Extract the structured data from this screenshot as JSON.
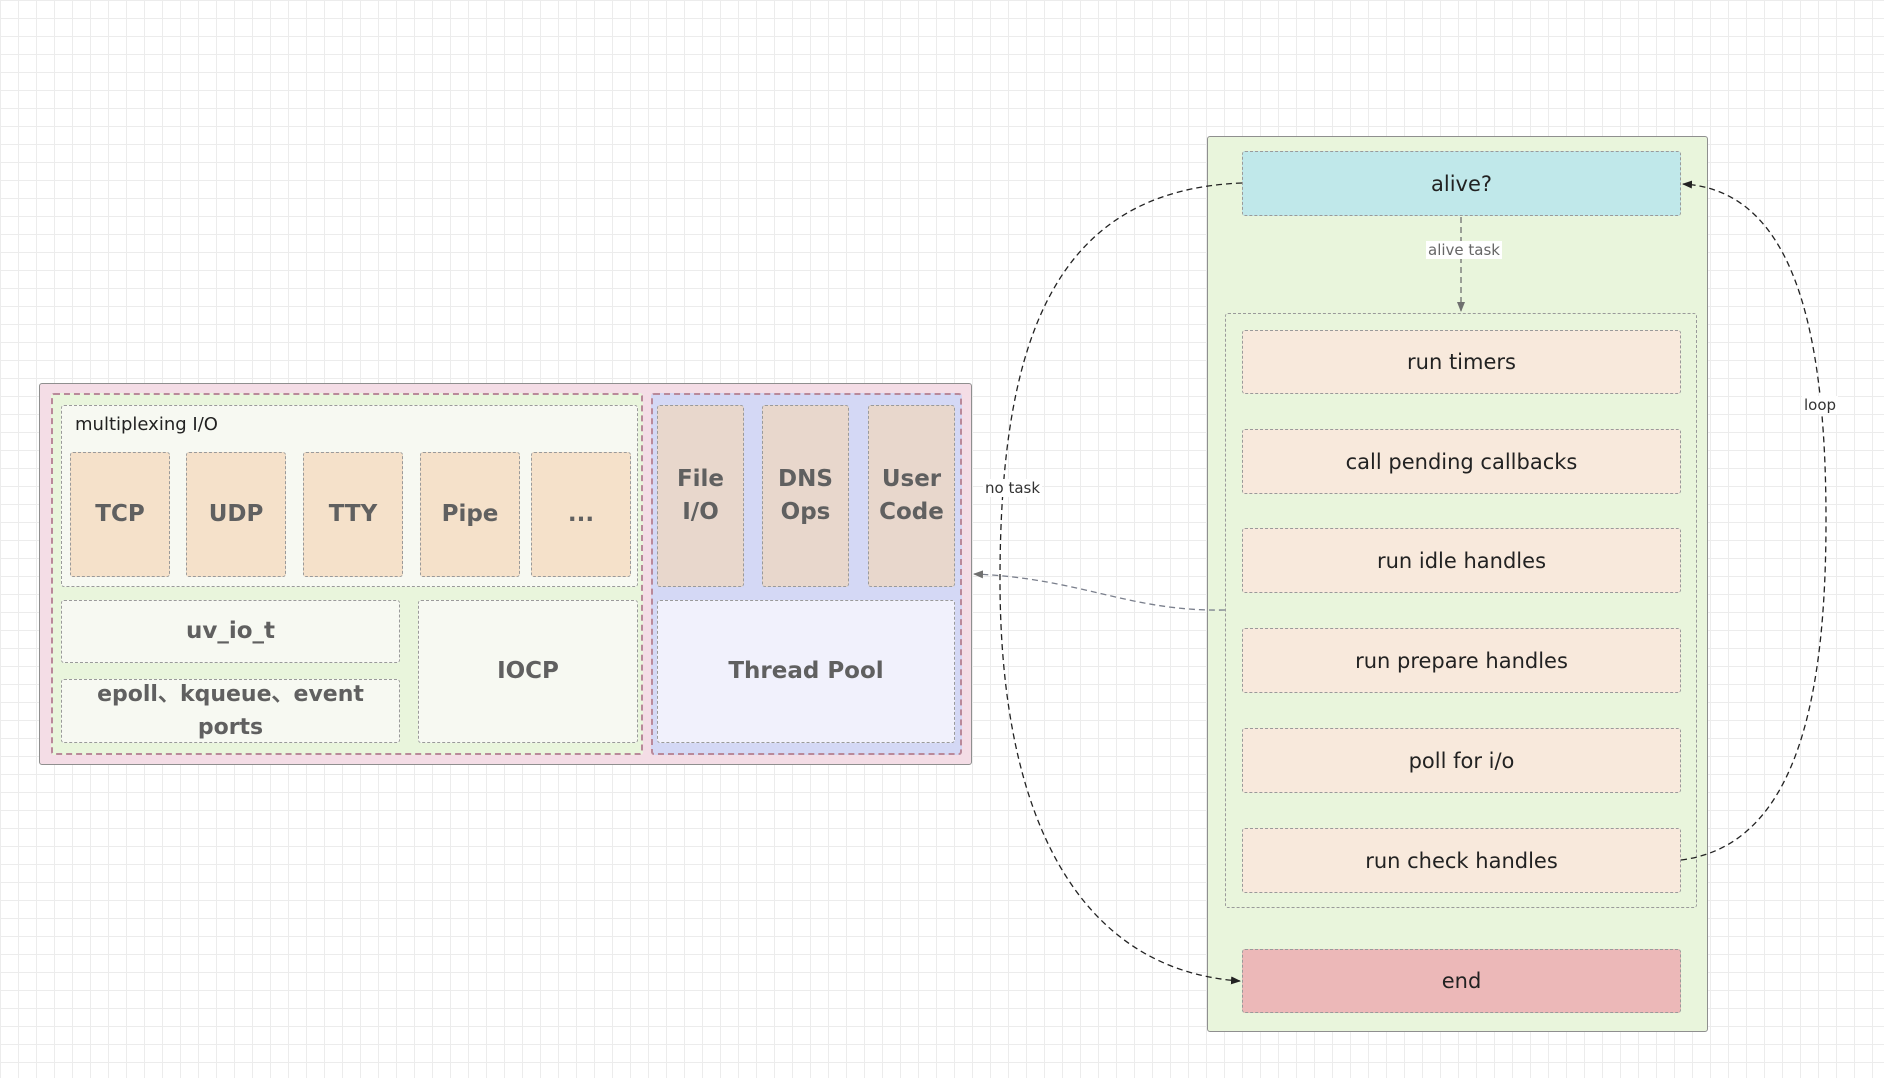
{
  "left": {
    "mux_title": "multiplexing I/O",
    "io_items": [
      "TCP",
      "UDP",
      "TTY",
      "Pipe",
      "..."
    ],
    "uv_io_t": "uv_io_t",
    "epoll": "epoll、kqueue、event ports",
    "iocp": "IOCP",
    "pool_items": [
      {
        "line1": "File",
        "line2": "I/O"
      },
      {
        "line1": "DNS",
        "line2": "Ops"
      },
      {
        "line1": "User",
        "line2": "Code"
      }
    ],
    "thread_pool": "Thread Pool"
  },
  "right": {
    "alive": "alive?",
    "alive_task": "alive task",
    "steps": [
      "run timers",
      "call pending callbacks",
      "run idle handles",
      "run prepare handles",
      "poll for i/o",
      "run check handles"
    ],
    "end": "end",
    "no_task": "no task",
    "loop": "loop"
  },
  "colors": {
    "outer_pink": "#f4dde6",
    "green_panel": "#e9f5dc",
    "blue_panel": "#d4d8f5",
    "alive_fill": "#c0e8ea",
    "end_fill": "#ecb8b8",
    "step_fill": "#f8e9dc"
  }
}
